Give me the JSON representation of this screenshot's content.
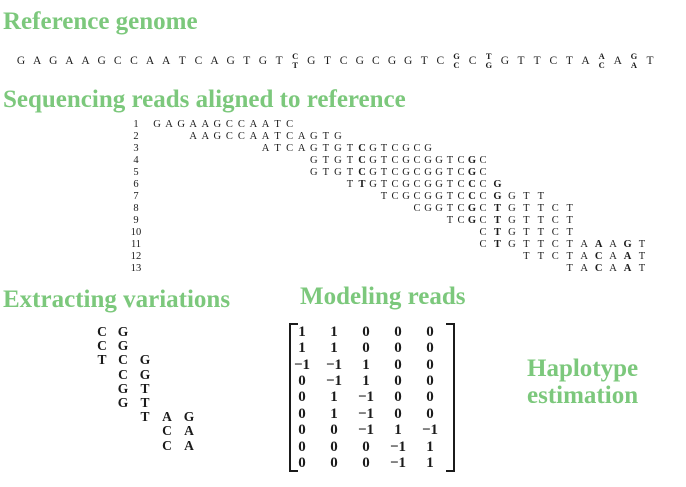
{
  "colors": {
    "heading_green": "#7cc87c",
    "text": "#1b1b1b",
    "background": "#ffffff"
  },
  "headings": {
    "reference": "Reference genome",
    "reads": "Sequencing reads aligned to reference",
    "variations": "Extracting variations",
    "modeling": "Modeling reads",
    "haplotype_line1": "Haplotype",
    "haplotype_line2": "estimation"
  },
  "reference_genome": {
    "tokens": [
      "G",
      "A",
      "G",
      "A",
      "A",
      "G",
      "C",
      "C",
      "A",
      "A",
      "T",
      "C",
      "A",
      "G",
      "T",
      "G",
      "T",
      "C|T",
      "G",
      "T",
      "C",
      "G",
      "C",
      "G",
      "G",
      "T",
      "C",
      "G|C",
      "C",
      "T|G",
      "G",
      "T",
      "T",
      "C",
      "T",
      "A",
      "A|C",
      "A",
      "G|A",
      "T"
    ]
  },
  "reads": [
    {
      "num": "1",
      "start": 1,
      "seq": "GAGAAGCCAATC",
      "bold": []
    },
    {
      "num": "2",
      "start": 4,
      "seq": "AAGCCAATCAGTG",
      "bold": []
    },
    {
      "num": "3",
      "start": 10,
      "seq": "ATCAGTGTCGTCGCG",
      "bold": [
        8
      ]
    },
    {
      "num": "4",
      "start": 14,
      "seq": "GTGTCGTCGCGGTCGC",
      "bold": [
        4,
        14
      ]
    },
    {
      "num": "5",
      "start": 14,
      "seq": "GTGTCGTCGCGGTCGC",
      "bold": [
        4,
        14
      ]
    },
    {
      "num": "6",
      "start": 17,
      "seq": "TTGTCGCGGTCCCG",
      "bold": [
        1,
        11,
        13
      ]
    },
    {
      "num": "7",
      "start": 20,
      "seq": "TCGCGGTCCCGGTT",
      "bold": [
        8,
        10
      ]
    },
    {
      "num": "8",
      "start": 23,
      "seq": "CGGTCGCTGTTCT",
      "bold": [
        5,
        7
      ]
    },
    {
      "num": "9",
      "start": 26,
      "seq": "TCGCTGTTCT",
      "bold": [
        2,
        4
      ]
    },
    {
      "num": "10",
      "start": 29,
      "seq": "CTGTTCT",
      "bold": [
        1
      ]
    },
    {
      "num": "11",
      "start": 29,
      "seq": "CTGTTCTAAAGT",
      "bold": [
        1,
        8,
        10
      ]
    },
    {
      "num": "12",
      "start": 32,
      "seq": "TTCTACAAT",
      "bold": [
        5,
        7
      ]
    },
    {
      "num": "13",
      "start": 35,
      "seq": "TACAAT",
      "bold": [
        2,
        4
      ]
    }
  ],
  "variations": {
    "rows": [
      [
        "C",
        "G",
        "",
        "",
        ""
      ],
      [
        "C",
        "G",
        "",
        "",
        ""
      ],
      [
        "T",
        "C",
        "G",
        "",
        ""
      ],
      [
        "",
        "C",
        "G",
        "",
        ""
      ],
      [
        "",
        "G",
        "T",
        "",
        ""
      ],
      [
        "",
        "G",
        "T",
        "",
        ""
      ],
      [
        "",
        "",
        "T",
        "A",
        "G"
      ],
      [
        "",
        "",
        "",
        "C",
        "A"
      ],
      [
        "",
        "",
        "",
        "C",
        "A"
      ]
    ]
  },
  "matrix": {
    "rows": [
      [
        "1",
        "1",
        "0",
        "0",
        "0"
      ],
      [
        "1",
        "1",
        "0",
        "0",
        "0"
      ],
      [
        "−1",
        "−1",
        "1",
        "0",
        "0"
      ],
      [
        "0",
        "−1",
        "1",
        "0",
        "0"
      ],
      [
        "0",
        "1",
        "−1",
        "0",
        "0"
      ],
      [
        "0",
        "1",
        "−1",
        "0",
        "0"
      ],
      [
        "0",
        "0",
        "−1",
        "1",
        "−1"
      ],
      [
        "0",
        "0",
        "0",
        "−1",
        "1"
      ],
      [
        "0",
        "0",
        "0",
        "−1",
        "1"
      ]
    ]
  }
}
